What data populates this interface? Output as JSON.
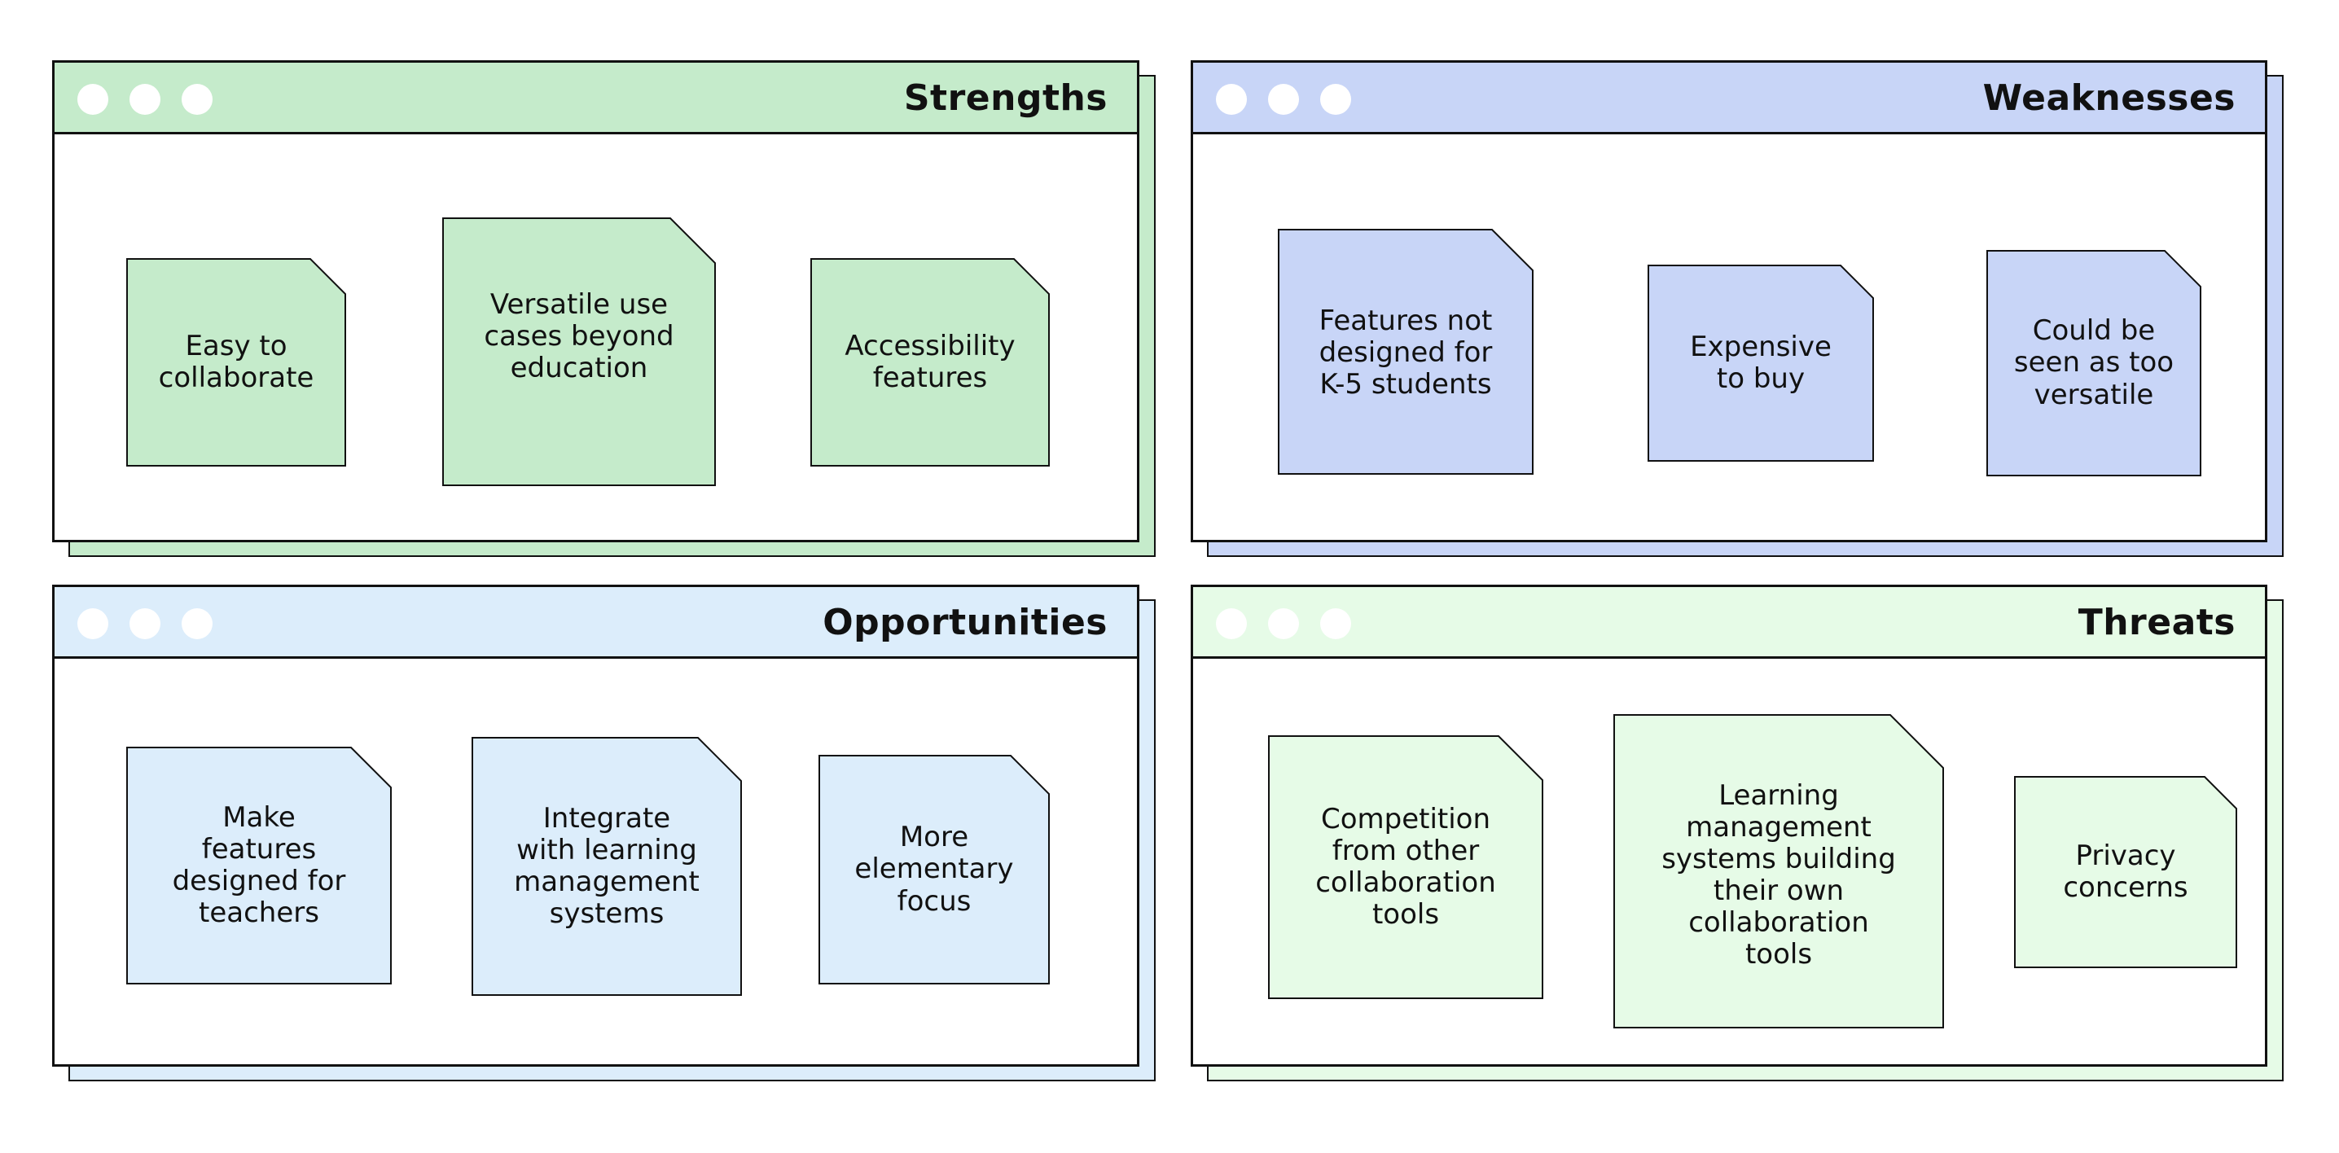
{
  "panels": [
    {
      "id": "strengths",
      "title": "Strengths",
      "color": "#c5ebcb",
      "notes": [
        {
          "text": "Easy to\ncollaborate"
        },
        {
          "text": "Versatile use\ncases beyond\neducation"
        },
        {
          "text": "Accessibility\nfeatures"
        }
      ]
    },
    {
      "id": "weaknesses",
      "title": "Weaknesses",
      "color": "#c8d5f7",
      "notes": [
        {
          "text": "Features not\ndesigned for\nK-5 students"
        },
        {
          "text": "Expensive\nto buy"
        },
        {
          "text": "Could be\nseen as too\nversatile"
        }
      ]
    },
    {
      "id": "opportunities",
      "title": "Opportunities",
      "color": "#dcedfb",
      "notes": [
        {
          "text": "Make\nfeatures\ndesigned for\nteachers"
        },
        {
          "text": "Integrate\nwith learning\nmanagement\nsystems"
        },
        {
          "text": "More\nelementary\nfocus"
        }
      ]
    },
    {
      "id": "threats",
      "title": "Threats",
      "color": "#e6fbe7",
      "notes": [
        {
          "text": "Competition\nfrom other\ncollaboration\ntools"
        },
        {
          "text": "Learning\nmanagement\nsystems building\ntheir own\ncollaboration\ntools"
        },
        {
          "text": "Privacy\nconcerns"
        }
      ]
    }
  ]
}
